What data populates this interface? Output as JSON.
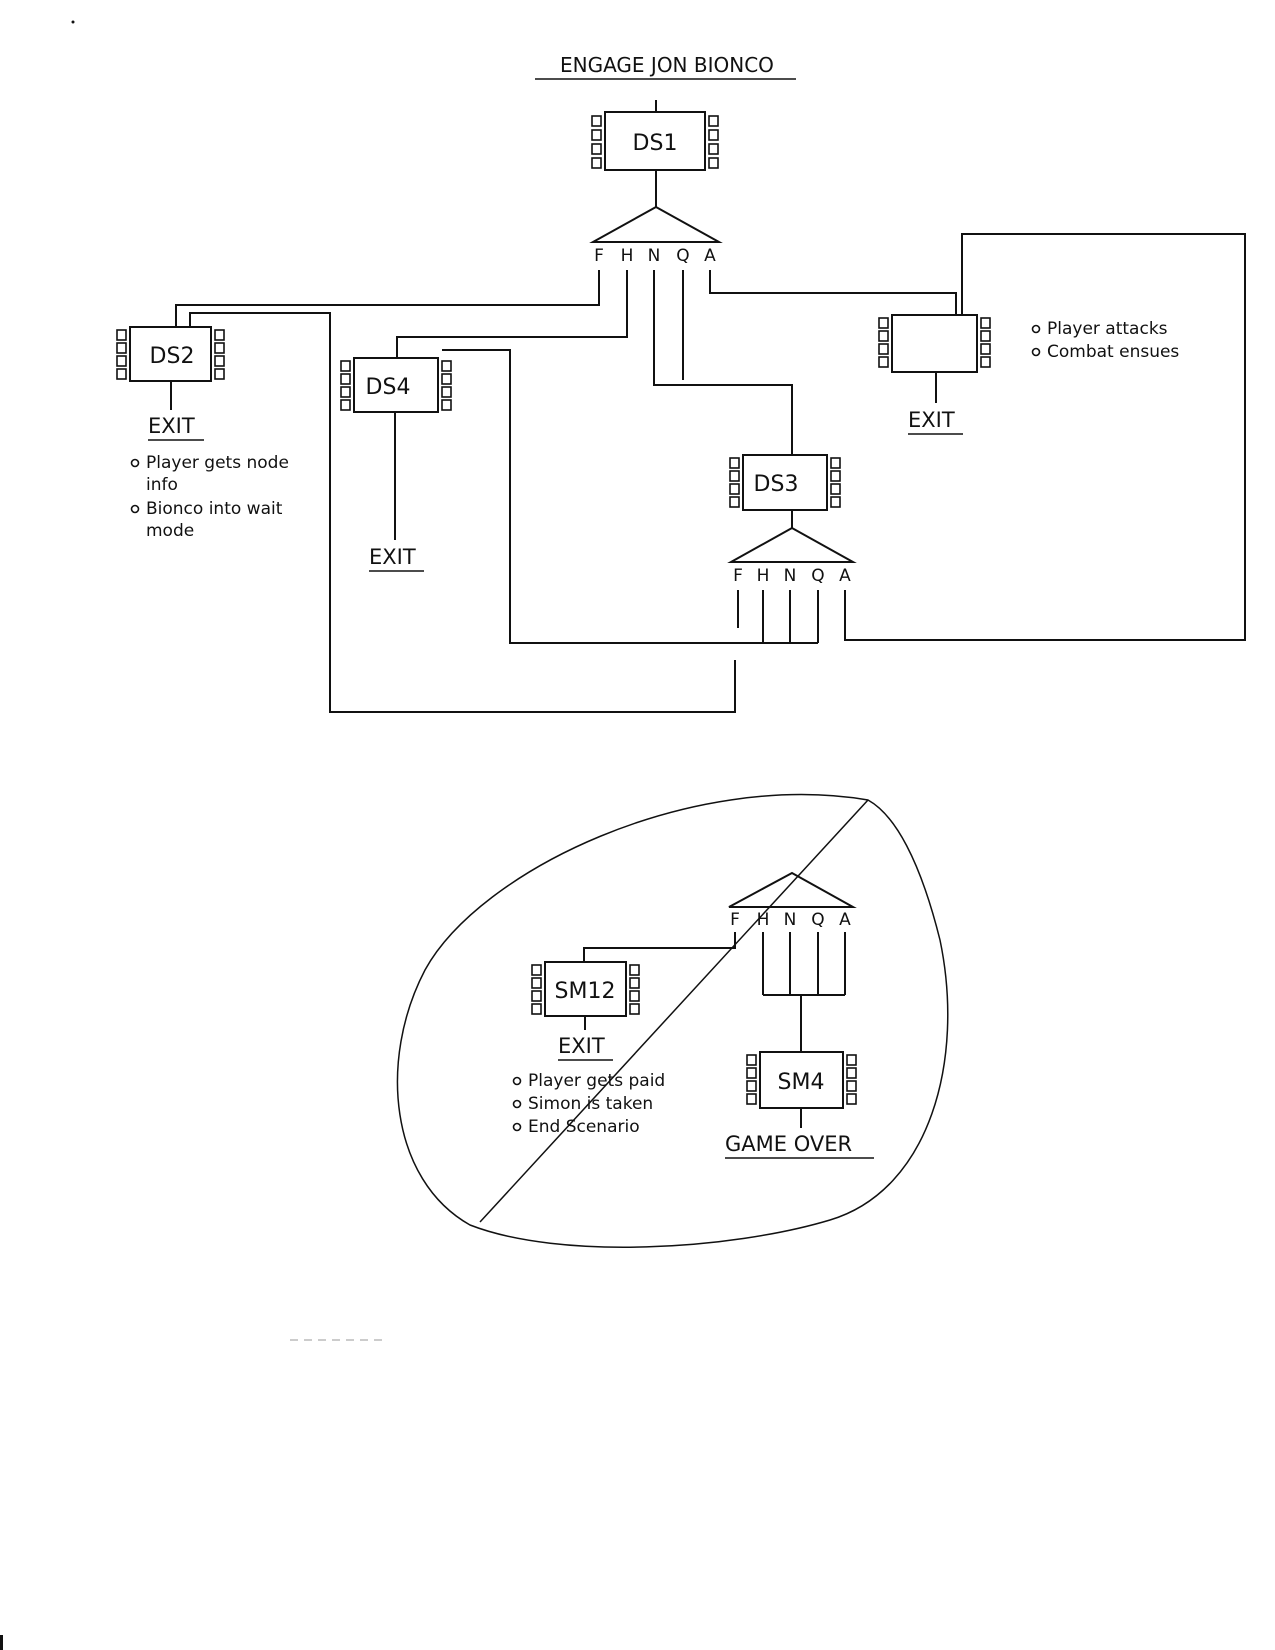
{
  "title": "ENGAGE JON BIONCO",
  "choices": [
    "F",
    "H",
    "N",
    "Q",
    "A"
  ],
  "nodes": {
    "ds1": "DS1",
    "ds2": "DS2",
    "ds3": "DS3",
    "ds4": "DS4",
    "attack": "",
    "sm12": "SM12",
    "sm4": "SM4"
  },
  "exits": {
    "ds2": "EXIT",
    "ds4": "EXIT",
    "attack": "EXIT",
    "sm12": "EXIT",
    "sm4": "GAME OVER"
  },
  "notes": {
    "ds2": [
      "Player gets node",
      "info",
      "Bionco into wait",
      "mode"
    ],
    "attack": [
      "Player attacks",
      "Combat ensues"
    ],
    "sm12": [
      "Player gets paid",
      "Simon is taken",
      "End Scenario"
    ]
  }
}
